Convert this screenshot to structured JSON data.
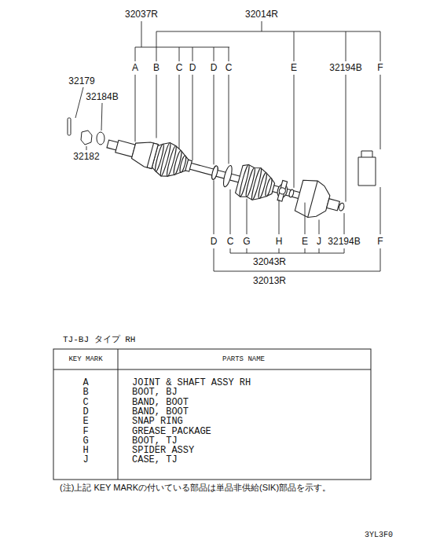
{
  "diagram": {
    "labels": [
      "32037R",
      "32014R",
      "A",
      "B",
      "C",
      "D",
      "D",
      "C",
      "E",
      "32194B",
      "F",
      "32179",
      "32184B",
      "32182",
      "D",
      "C",
      "G",
      "H",
      "E",
      "J",
      "32194B",
      "F",
      "32043R",
      "32013R",
      "TJ-BJ タイプ RH",
      "KEY MARK",
      "PARTS NAME",
      "A",
      "B",
      "C",
      "D",
      "E",
      "F",
      "G",
      "H",
      "J",
      "JOINT & SHAFT ASSY RH",
      "BOOT, BJ",
      "BAND, BOOT",
      "BAND, BOOT",
      "SNAP RING",
      "GREASE PACKAGE",
      "BOOT, TJ",
      "SPIDER ASSY",
      "CASE, TJ",
      "(注)上記 KEY MARKの付いている部品は単品非供給(SIK)部品を示す。",
      "3YL3F0"
    ]
  }
}
